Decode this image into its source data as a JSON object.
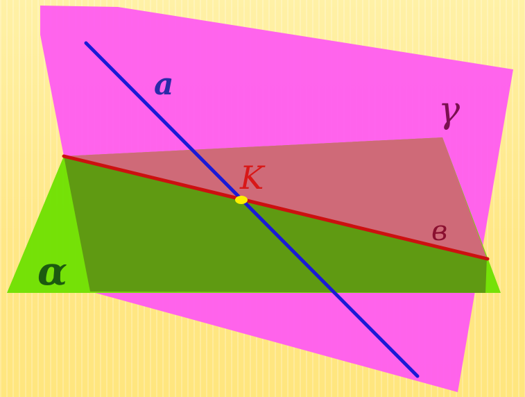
{
  "labels": {
    "line_a": "a",
    "plane_gamma": "γ",
    "point_K": "K",
    "line_b": "в",
    "plane_alpha": "α"
  },
  "colors": {
    "background": "#ffe987",
    "plane_gamma": "#ff55ee",
    "plane_alpha": "#66e000",
    "overlap_upper": "#c86a7a",
    "overlap_lower": "#5b9a10",
    "line_a": "#1a1ad6",
    "line_b": "#cc1010",
    "point_K": "#ffef00",
    "label_a": "#2222a0",
    "label_gamma": "#7a1050",
    "label_K": "#c81010",
    "label_b": "#8a1030",
    "label_alpha": "#1c5a10"
  }
}
